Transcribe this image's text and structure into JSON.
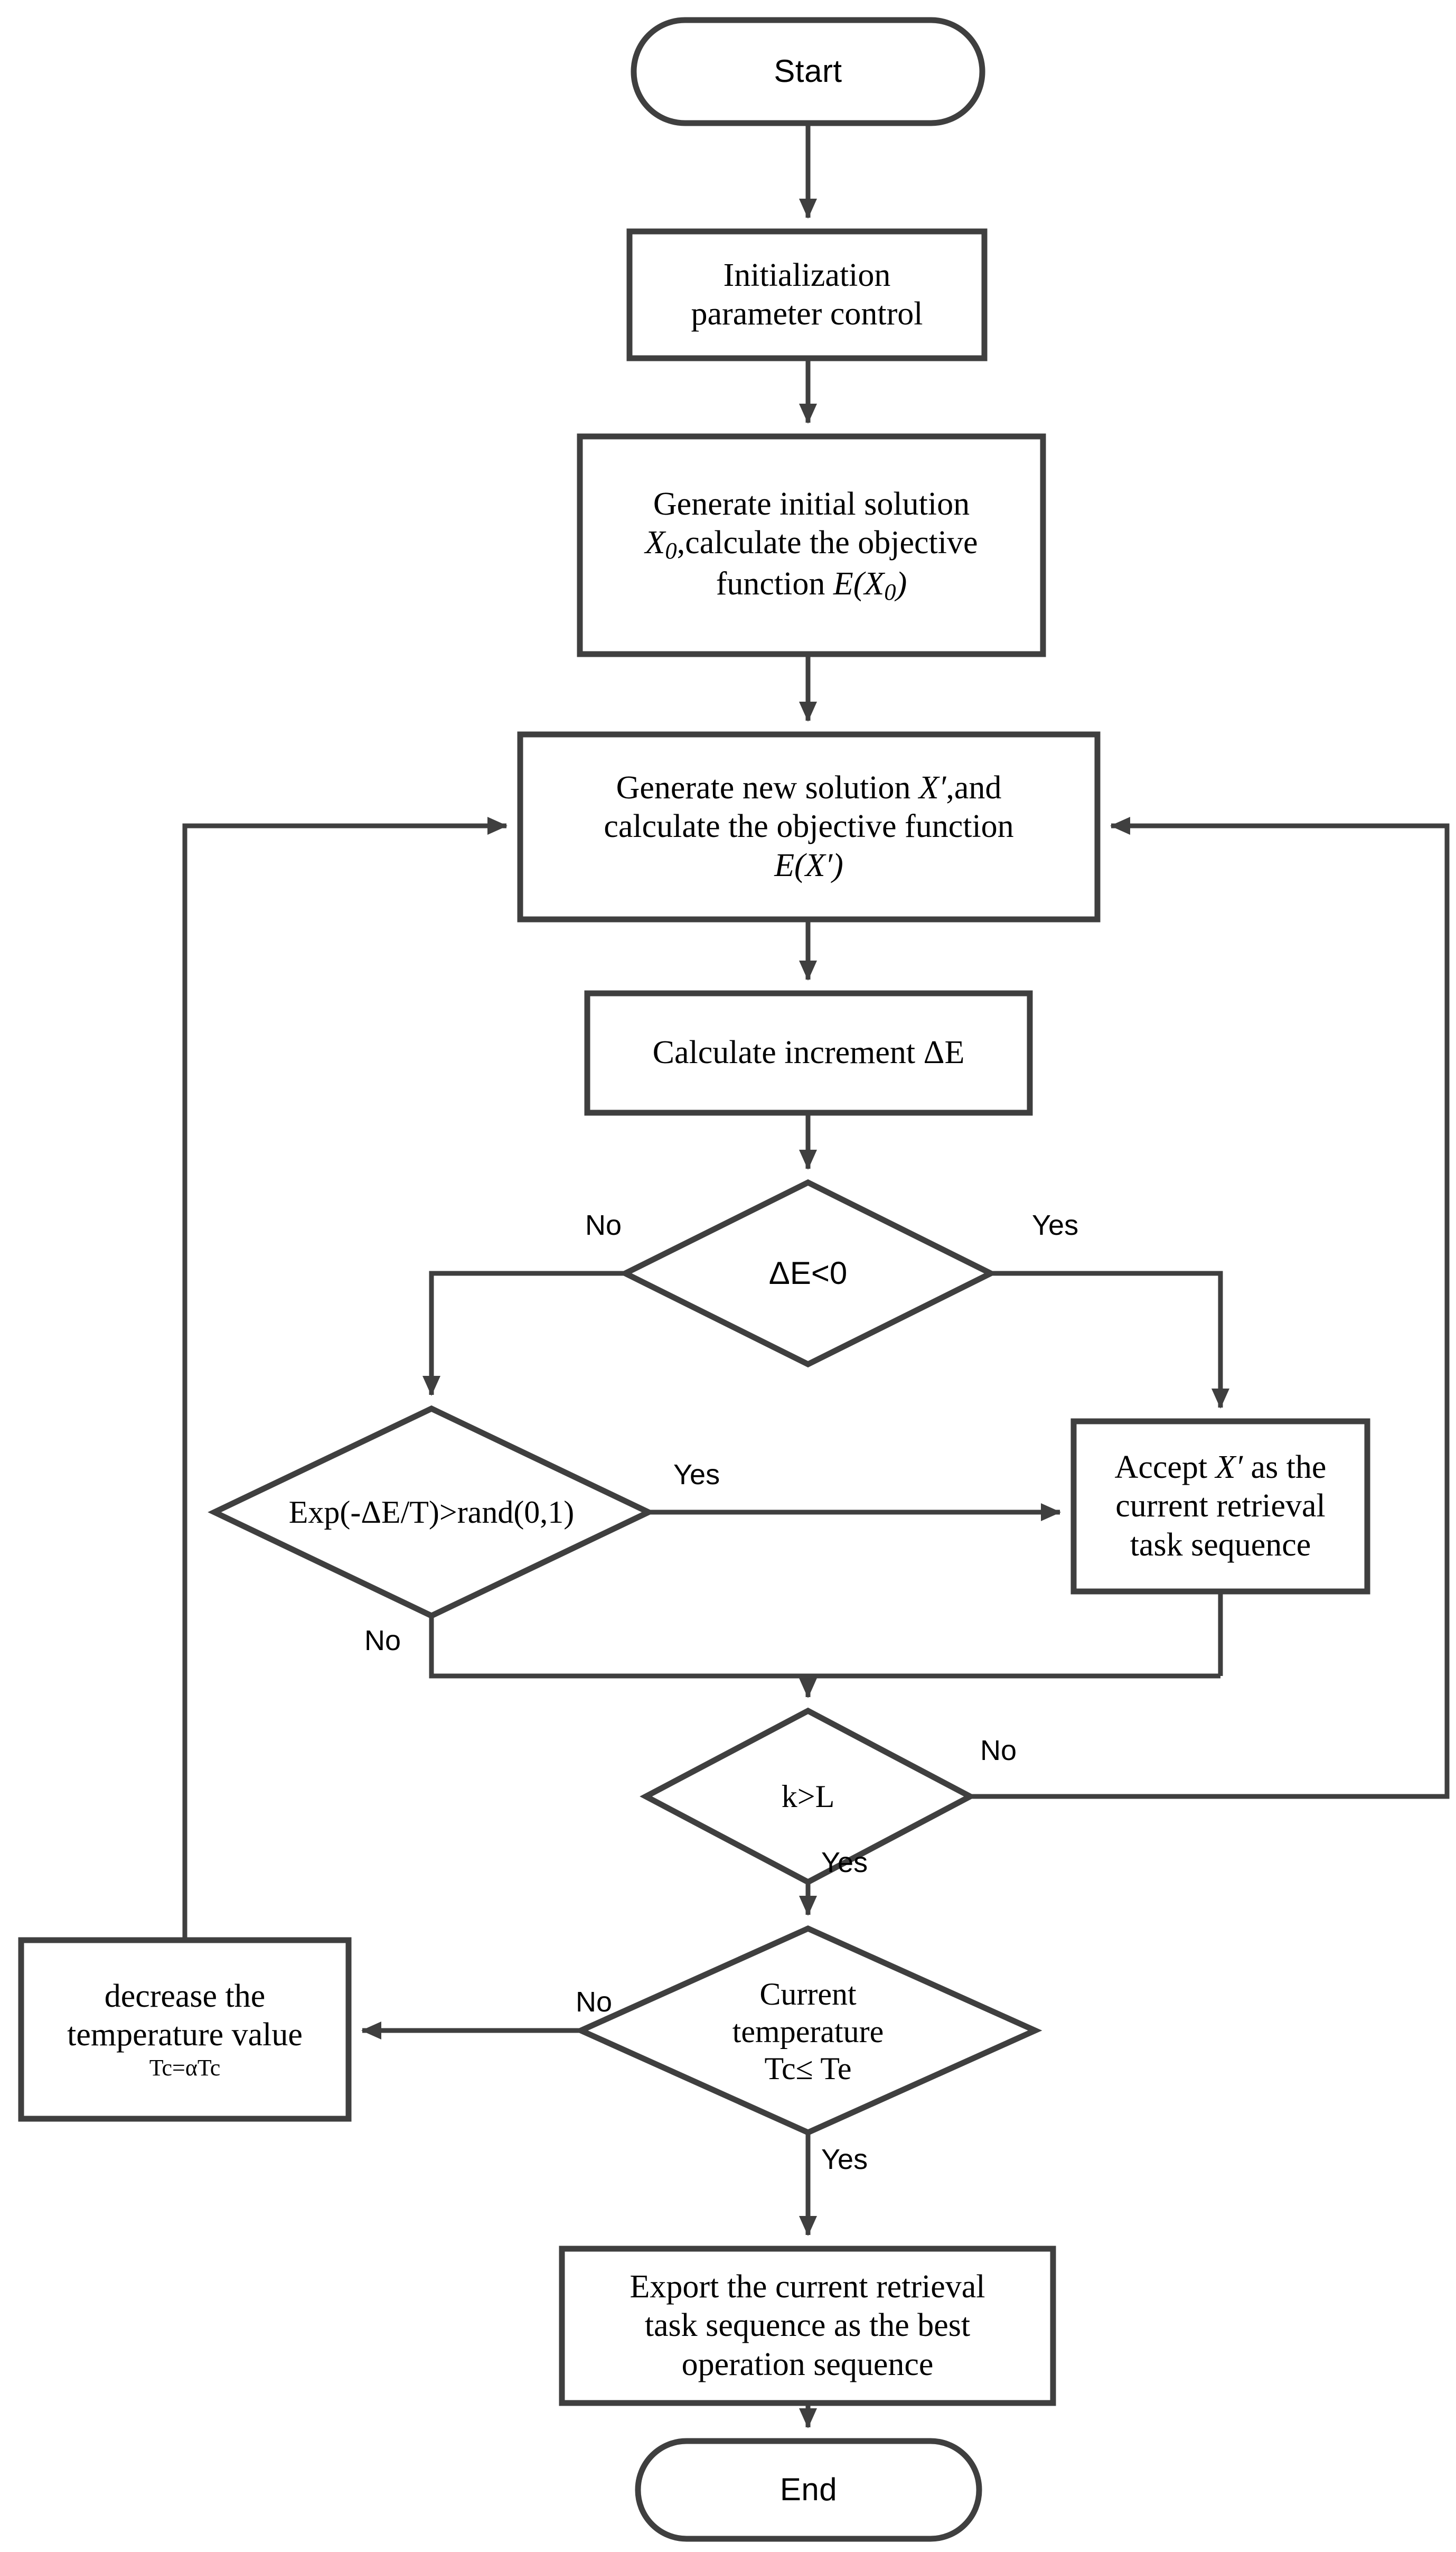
{
  "diagram": {
    "title": "Simulated annealing algorithm flowchart",
    "stroke_color": "#3f3f3f",
    "text_color": "#000000",
    "background_color": "#ffffff"
  },
  "nodes": {
    "start": {
      "type": "terminal",
      "label": "Start"
    },
    "init": {
      "type": "process",
      "line1": "Initialization",
      "line2": "parameter control"
    },
    "gen_initial": {
      "type": "process",
      "line1": "Generate initial solution",
      "line2_pre": "X",
      "line2_sub": "0",
      "line2_post": ",calculate the objective",
      "line3_pre": "function ",
      "line3_E": "E(X",
      "line3_sub": "0",
      "line3_post": ")"
    },
    "gen_new": {
      "type": "process",
      "line1_pre": "Generate new solution ",
      "line1_X": "X′",
      "line1_post": ",and",
      "line2": "calculate the objective function",
      "line3": "E(X′)"
    },
    "calc_increment": {
      "type": "process",
      "label": "Calculate increment ΔE"
    },
    "decision_de": {
      "type": "decision",
      "label": "ΔE<0"
    },
    "decision_exp": {
      "type": "decision",
      "label": "Exp(-ΔE/T)>rand(0,1)"
    },
    "accept": {
      "type": "process",
      "line1_pre": "Accept ",
      "line1_X": "X′",
      "line1_post": " as the",
      "line2": "current retrieval",
      "line3": "task sequence"
    },
    "decision_kl": {
      "type": "decision",
      "label": "k>L"
    },
    "decision_temp": {
      "type": "decision",
      "line1": "Current",
      "line2": "temperature",
      "line3": "Tc≤ Te"
    },
    "decrease_temp": {
      "type": "process",
      "line1": "decrease the",
      "line2": "temperature value",
      "line3": "Tc=αTc"
    },
    "export": {
      "type": "process",
      "line1": "Export the current retrieval",
      "line2": "task sequence as the best",
      "line3": "operation sequence"
    },
    "end": {
      "type": "terminal",
      "label": "End"
    }
  },
  "edge_labels": {
    "de_no": "No",
    "de_yes": "Yes",
    "exp_yes": "Yes",
    "exp_no": "No",
    "kl_no": "No",
    "kl_yes": "Yes",
    "temp_no": "No",
    "temp_yes": "Yes"
  },
  "flow": [
    {
      "from": "start",
      "to": "init",
      "label": ""
    },
    {
      "from": "init",
      "to": "gen_initial",
      "label": ""
    },
    {
      "from": "gen_initial",
      "to": "gen_new",
      "label": ""
    },
    {
      "from": "gen_new",
      "to": "calc_increment",
      "label": ""
    },
    {
      "from": "calc_increment",
      "to": "decision_de",
      "label": ""
    },
    {
      "from": "decision_de",
      "to": "decision_exp",
      "label": "No"
    },
    {
      "from": "decision_de",
      "to": "accept",
      "label": "Yes"
    },
    {
      "from": "decision_exp",
      "to": "accept",
      "label": "Yes"
    },
    {
      "from": "decision_exp",
      "to": "decision_kl",
      "label": "No"
    },
    {
      "from": "accept",
      "to": "decision_kl",
      "label": ""
    },
    {
      "from": "decision_kl",
      "to": "gen_new",
      "label": "No"
    },
    {
      "from": "decision_kl",
      "to": "decision_temp",
      "label": "Yes"
    },
    {
      "from": "decision_temp",
      "to": "decrease_temp",
      "label": "No"
    },
    {
      "from": "decision_temp",
      "to": "export",
      "label": "Yes"
    },
    {
      "from": "decrease_temp",
      "to": "gen_new",
      "label": ""
    },
    {
      "from": "export",
      "to": "end",
      "label": ""
    }
  ]
}
